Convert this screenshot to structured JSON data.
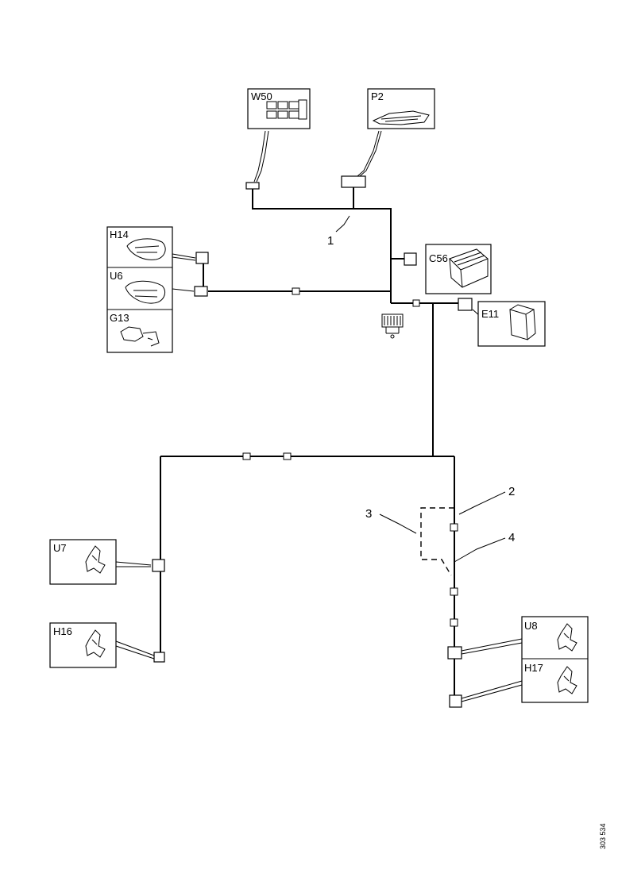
{
  "components": {
    "w50": "W50",
    "p2": "P2",
    "h14": "H14",
    "u6": "U6",
    "g13": "G13",
    "c56": "C56",
    "e11": "E11",
    "u7": "U7",
    "h16": "H16",
    "u8": "U8",
    "h17": "H17"
  },
  "callouts": {
    "c1": "1",
    "c2": "2",
    "c3": "3",
    "c4": "4"
  },
  "figure_code": "303 534"
}
